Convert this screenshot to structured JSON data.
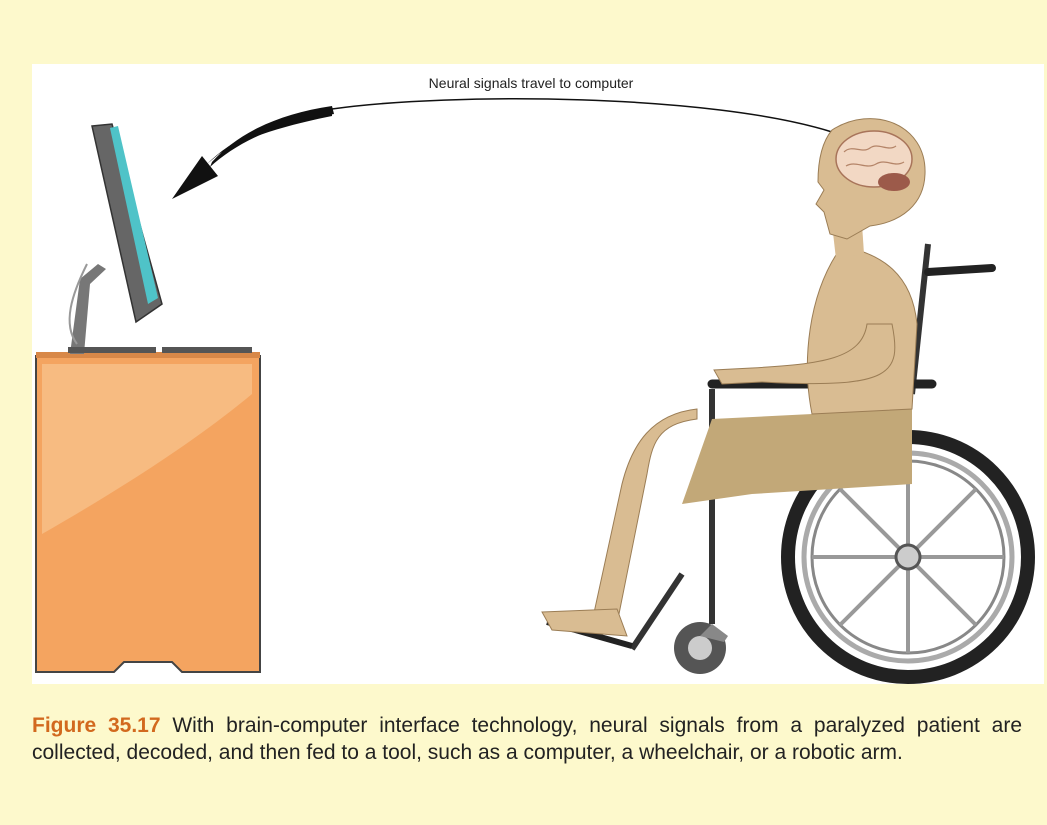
{
  "figure": {
    "annotation": "Neural signals travel to computer",
    "caption_label": "Figure 35.17",
    "caption_text": " With brain-computer interface technology, neural signals from a paralyzed patient are collected, decoded, and then fed to a tool, such as a computer, a wheelchair, or a robotic arm."
  },
  "colors": {
    "page_background": "#fdf9cc",
    "caption_label": "#d2691e",
    "desk": "#f4a460",
    "skin": "#d9bc92",
    "arrow": "#111111"
  },
  "icons": [
    "computer-monitor-icon",
    "desk-icon",
    "person-icon",
    "brain-icon",
    "wheelchair-icon",
    "signal-arrow-icon"
  ]
}
